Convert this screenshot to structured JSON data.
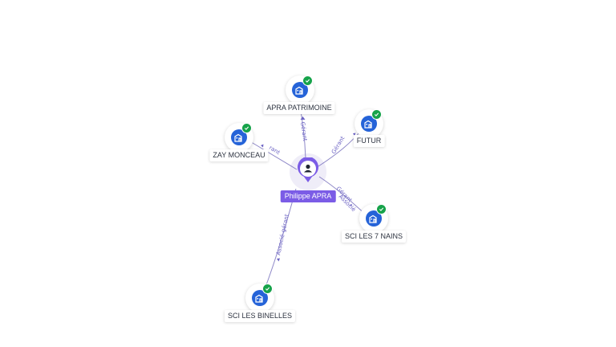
{
  "center": {
    "label": "Philippe APRA",
    "icon": "person-icon"
  },
  "companies": [
    {
      "id": "apra-patrimoine",
      "label": "APRA PATRIMOINE",
      "icon": "building-icon",
      "status": "verified-check"
    },
    {
      "id": "zay-monceau",
      "label": "ZAY MONCEAU",
      "icon": "building-icon",
      "status": "verified-check"
    },
    {
      "id": "futur",
      "label": "FUTUR",
      "icon": "building-icon",
      "status": "verified-check"
    },
    {
      "id": "sci-les-7-nains",
      "label": "SCI LES 7 NAINS",
      "icon": "building-icon",
      "status": "verified-check"
    },
    {
      "id": "sci-les-binelles",
      "label": "SCI LES BINELLES",
      "icon": "building-icon",
      "status": "verified-check"
    }
  ],
  "edges": [
    {
      "to": "apra-patrimoine",
      "labels": [
        "Gérant"
      ]
    },
    {
      "to": "zay-monceau",
      "labels": [
        "rant"
      ]
    },
    {
      "to": "futur",
      "labels": [
        "Gérant"
      ]
    },
    {
      "to": "sci-les-7-nains",
      "labels": [
        "Gérant",
        "Associé"
      ]
    },
    {
      "to": "sci-les-binelles",
      "labels": [
        "Associé-gérant"
      ]
    }
  ],
  "colors": {
    "company_icon": "#2563d8",
    "check_badge": "#16a34a",
    "person_pin": "#7b5ce6",
    "edge": "#8e88c8",
    "edge_label": "#6c63c4"
  }
}
